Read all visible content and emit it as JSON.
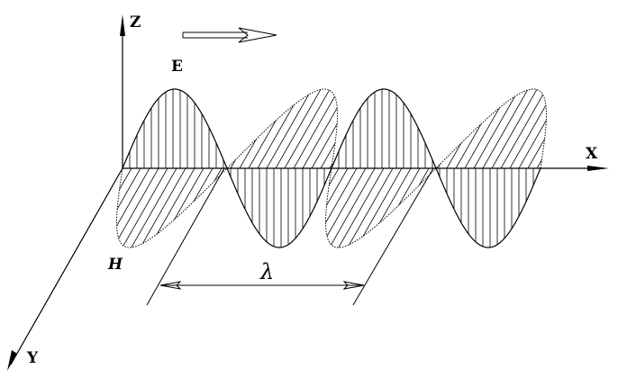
{
  "diagram": {
    "axes": {
      "x": "X",
      "y": "Y",
      "z": "Z"
    },
    "fields": {
      "electric": "E",
      "magnetic": "H"
    },
    "wavelength_symbol": "λ",
    "propagation_arrow": "→ X",
    "cycles_shown": 2
  }
}
